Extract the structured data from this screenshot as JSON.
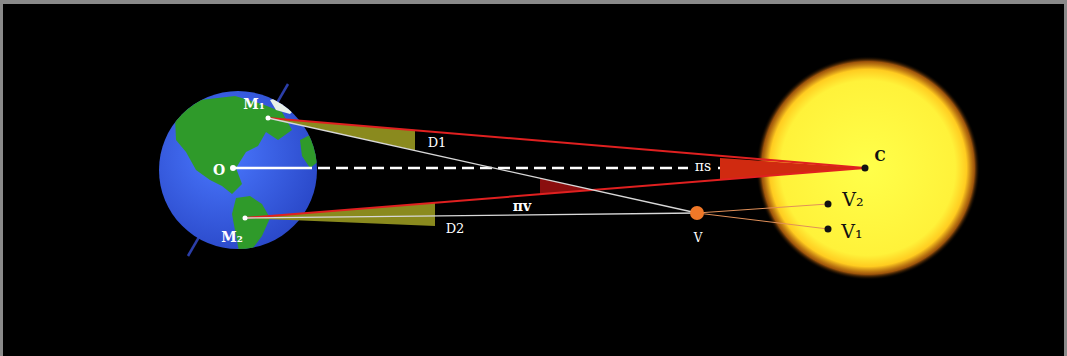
{
  "diagram": {
    "labels": [
      "M₁",
      "D1",
      "O",
      "πs",
      "C",
      "V₂",
      "πv",
      "V₁",
      "M₂",
      "D2",
      "V"
    ]
  }
}
